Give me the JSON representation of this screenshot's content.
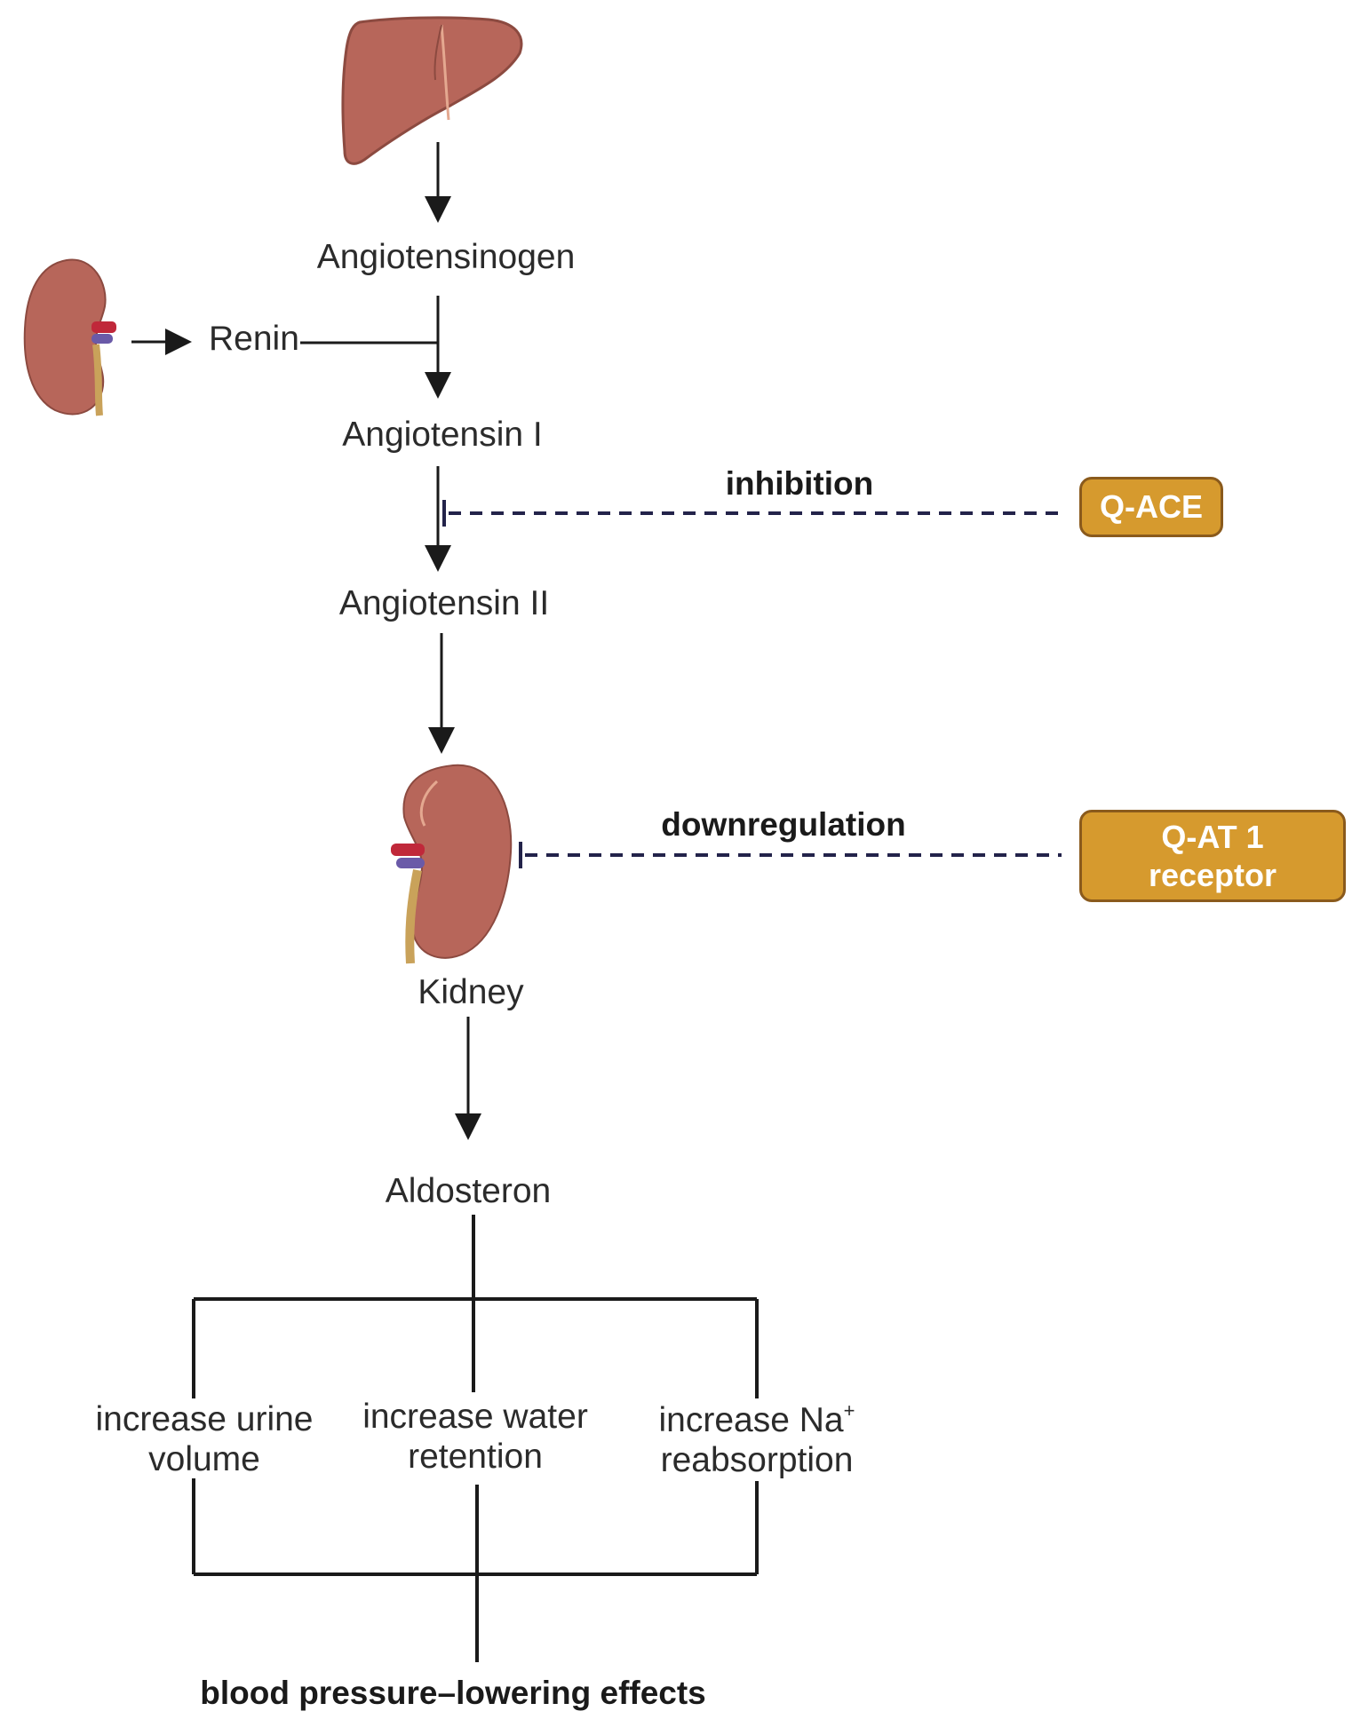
{
  "nodes": {
    "angiotensinogen": "Angiotensinogen",
    "renin": "Renin",
    "angiotensin_i": "Angiotensin I",
    "angiotensin_ii": "Angiotensin II",
    "kidney": "Kidney",
    "aldosteron": "Aldosteron"
  },
  "edges": {
    "inhibition": "inhibition",
    "downregulation": "downregulation"
  },
  "agents": {
    "q_ace": "Q-ACE",
    "q_at1_line1": "Q-AT 1",
    "q_at1_line2": "receptor"
  },
  "effects": {
    "urine_line1": "increase urine",
    "urine_line2": "volume",
    "water_line1": "increase water",
    "water_line2": "retention",
    "na_line1": "increase Na",
    "na_sup": "+",
    "na_line2": "reabsorption"
  },
  "outcome": "blood pressure–lowering effects",
  "icons": [
    "liver-icon",
    "kidney-icon"
  ],
  "colors": {
    "organ": "#b7665a",
    "agent_box": "#d69a2e",
    "agent_border": "#8a5a1c",
    "dashed_line": "#23234a"
  }
}
